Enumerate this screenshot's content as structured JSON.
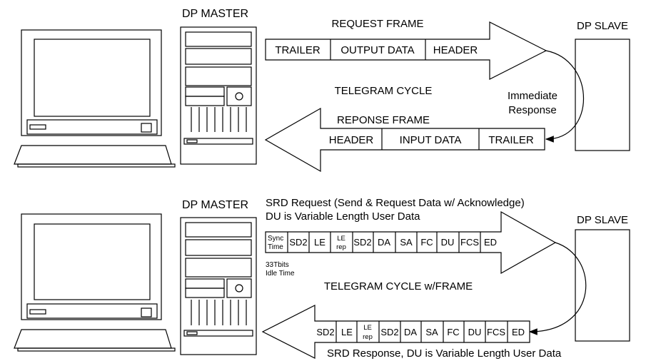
{
  "top": {
    "master_label": "DP MASTER",
    "slave_label": "DP SLAVE",
    "request_title": "REQUEST FRAME",
    "request_cells": [
      "TRAILER",
      "OUTPUT DATA",
      "HEADER"
    ],
    "cycle_label": "TELEGRAM CYCLE",
    "immediate_line1": "Immediate",
    "immediate_line2": "Response",
    "response_title": "REPONSE FRAME",
    "response_cells": [
      "HEADER",
      "INPUT DATA",
      "TRAILER"
    ]
  },
  "bottom": {
    "master_label": "DP MASTER",
    "slave_label": "DP SLAVE",
    "request_desc_line1": "SRD Request (Send & Request Data w/ Acknowledge)",
    "request_desc_line2": "DU is Variable Length User Data",
    "sync_line1": "Sync",
    "sync_line2": "Time",
    "request_cells": [
      "SD2",
      "LE",
      "LE rep",
      "SD2",
      "DA",
      "SA",
      "FC",
      "DU",
      "FCS",
      "ED"
    ],
    "idle_line1": "33Tbits",
    "idle_line2": "Idle Time",
    "cycle_label": "TELEGRAM CYCLE w/FRAME",
    "response_cells": [
      "SD2",
      "LE",
      "LE rep",
      "SD2",
      "DA",
      "SA",
      "FC",
      "DU",
      "FCS",
      "ED"
    ],
    "response_desc": "SRD Response, DU is Variable Length User Data"
  }
}
